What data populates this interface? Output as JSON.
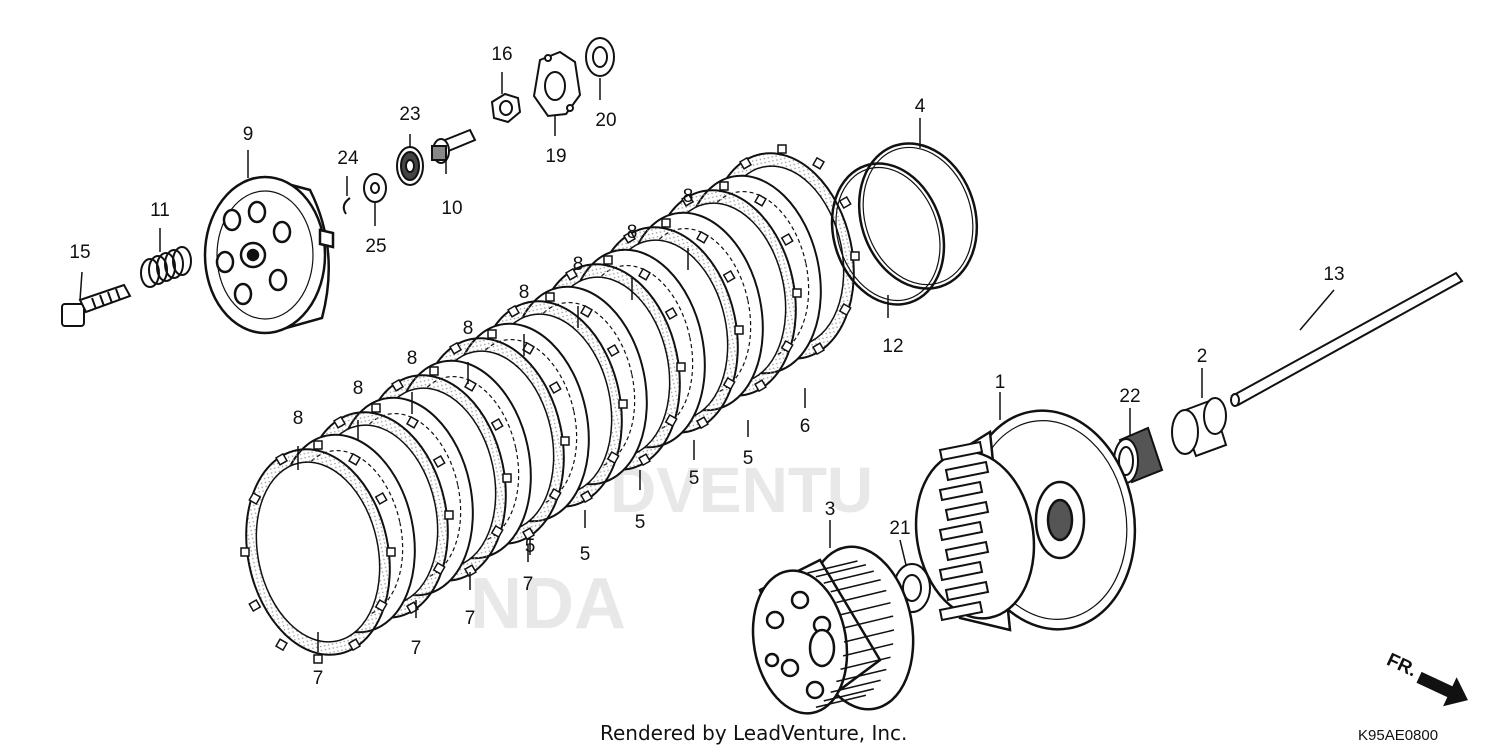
{
  "footer": {
    "credit": "Rendered by LeadVenture, Inc.",
    "diagram_code": "K95AE0800"
  },
  "direction_indicator": {
    "text": "FR."
  },
  "watermark": {
    "line1": "DVENTU",
    "line2": "NDA"
  },
  "callouts": [
    {
      "id": "c1",
      "text": "1"
    },
    {
      "id": "c2",
      "text": "2"
    },
    {
      "id": "c3",
      "text": "3"
    },
    {
      "id": "c4",
      "text": "4"
    },
    {
      "id": "c5a",
      "text": "5"
    },
    {
      "id": "c5b",
      "text": "5"
    },
    {
      "id": "c5c",
      "text": "5"
    },
    {
      "id": "c5d",
      "text": "5"
    },
    {
      "id": "c5e",
      "text": "5"
    },
    {
      "id": "c6",
      "text": "6"
    },
    {
      "id": "c7a",
      "text": "7"
    },
    {
      "id": "c7b",
      "text": "7"
    },
    {
      "id": "c7c",
      "text": "7"
    },
    {
      "id": "c7d",
      "text": "7"
    },
    {
      "id": "c8a",
      "text": "8"
    },
    {
      "id": "c8b",
      "text": "8"
    },
    {
      "id": "c8c",
      "text": "8"
    },
    {
      "id": "c8d",
      "text": "8"
    },
    {
      "id": "c8e",
      "text": "8"
    },
    {
      "id": "c8f",
      "text": "8"
    },
    {
      "id": "c8g",
      "text": "8"
    },
    {
      "id": "c8h",
      "text": "8"
    },
    {
      "id": "c9",
      "text": "9"
    },
    {
      "id": "c10",
      "text": "10"
    },
    {
      "id": "c11",
      "text": "11"
    },
    {
      "id": "c12",
      "text": "12"
    },
    {
      "id": "c13",
      "text": "13"
    },
    {
      "id": "c15",
      "text": "15"
    },
    {
      "id": "c16",
      "text": "16"
    },
    {
      "id": "c19",
      "text": "19"
    },
    {
      "id": "c20",
      "text": "20"
    },
    {
      "id": "c21",
      "text": "21"
    },
    {
      "id": "c22",
      "text": "22"
    },
    {
      "id": "c23",
      "text": "23"
    },
    {
      "id": "c24",
      "text": "24"
    },
    {
      "id": "c25",
      "text": "25"
    }
  ]
}
